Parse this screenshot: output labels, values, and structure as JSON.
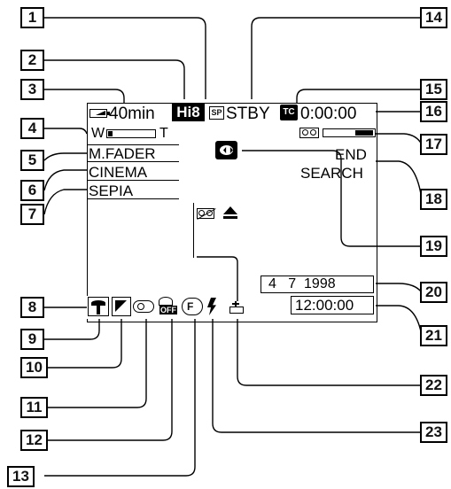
{
  "callouts": [
    "1",
    "2",
    "3",
    "4",
    "5",
    "6",
    "7",
    "8",
    "9",
    "10",
    "11",
    "12",
    "13",
    "14",
    "15",
    "16",
    "17",
    "18",
    "19",
    "20",
    "21",
    "22",
    "23"
  ],
  "screen": {
    "battery": "40min",
    "format": "Hi8",
    "sp": "SP",
    "standby": "STBY",
    "tc": "TC",
    "counter": "0:00:00",
    "zoom_w": "W",
    "zoom_t": "T",
    "mfader": "M.FADER",
    "cinema": "CINEMA",
    "sepia": "SEPIA",
    "end": "END",
    "search": "SEARCH",
    "date": "4   7  1998",
    "time": "12:00:00",
    "nightshot_off": "OFF",
    "self_time": "F"
  },
  "colors": {
    "ink": "#000000",
    "paper": "#ffffff"
  }
}
